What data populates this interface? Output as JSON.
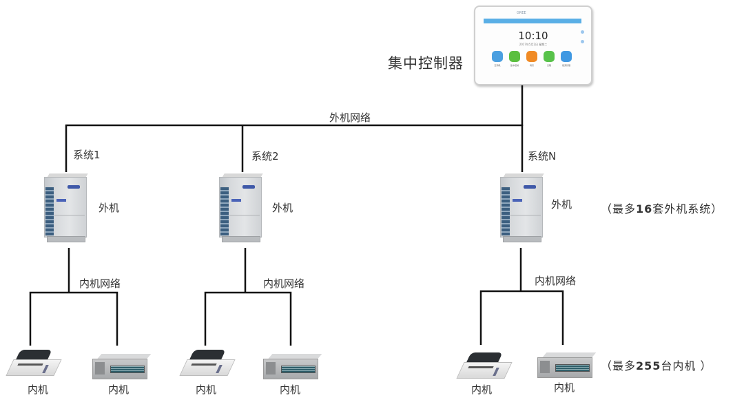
{
  "controller": {
    "label": "集中控制器",
    "screen": {
      "logo": "GREE",
      "time": "10:10",
      "date": "2017年5月2日 星期二",
      "apps": [
        {
          "name": "空调机",
          "color": "#4a9fe0"
        },
        {
          "name": "集中控制",
          "color": "#5bbf3f"
        },
        {
          "name": "场景",
          "color": "#f08a24"
        },
        {
          "name": "日程",
          "color": "#58c24a"
        },
        {
          "name": "能源管理",
          "color": "#3f98e2"
        }
      ]
    }
  },
  "outdoor_network": {
    "label": "外机网络"
  },
  "systems": [
    {
      "label": "系统1",
      "outdoor_unit_label": "外机",
      "indoor_network_label": "内机网络",
      "indoor_units": [
        {
          "type": "cassette",
          "label": "内机"
        },
        {
          "type": "duct",
          "label": "内机"
        }
      ]
    },
    {
      "label": "系统2",
      "outdoor_unit_label": "外机",
      "indoor_network_label": "内机网络",
      "indoor_units": [
        {
          "type": "cassette",
          "label": "内机"
        },
        {
          "type": "duct",
          "label": "内机"
        }
      ]
    },
    {
      "label": "系统N",
      "outdoor_unit_label": "外机",
      "indoor_network_label": "内机网络",
      "indoor_units": [
        {
          "type": "cassette",
          "label": "内机"
        },
        {
          "type": "duct",
          "label": "内机"
        }
      ]
    }
  ],
  "notes": {
    "max_outdoor": {
      "prefix": "（最多",
      "number": "16",
      "suffix": "套外机系统）"
    },
    "max_indoor": {
      "prefix": "（最多",
      "number": "255",
      "suffix": "台内机 ）"
    }
  },
  "colors": {
    "line": "#111111",
    "text": "#333333"
  }
}
